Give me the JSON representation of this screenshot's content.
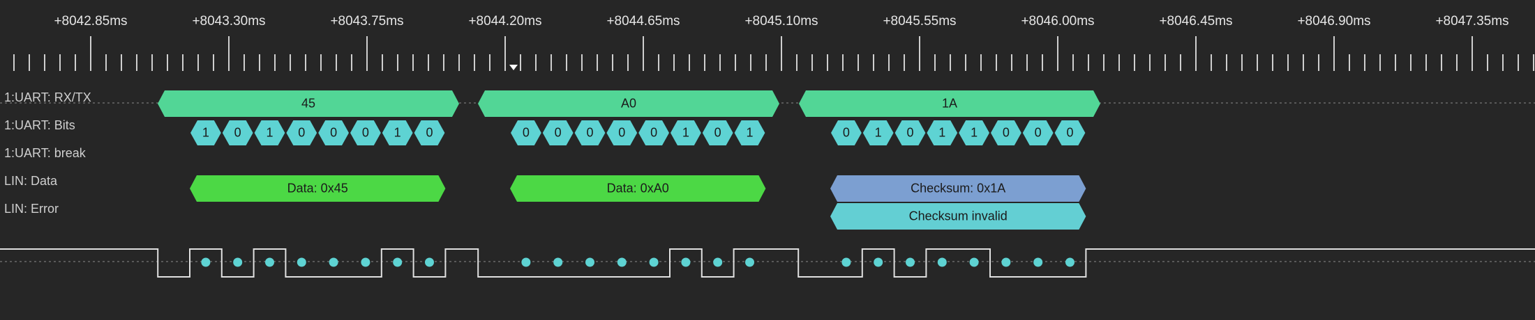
{
  "timeline": {
    "labels": [
      "+8042.85ms",
      "+8043.30ms",
      "+8043.75ms",
      "+8044.20ms",
      "+8044.65ms",
      "+8045.10ms",
      "+8045.55ms",
      "+8046.00ms",
      "+8046.45ms",
      "+8046.90ms",
      "+8047.35ms"
    ]
  },
  "rows": [
    {
      "id": "uart-rxtx",
      "label": "1:UART: RX/TX"
    },
    {
      "id": "uart-bits",
      "label": "1:UART: Bits"
    },
    {
      "id": "uart-break",
      "label": "1:UART: break"
    },
    {
      "id": "lin-data",
      "label": "LIN: Data"
    },
    {
      "id": "lin-error",
      "label": "LIN: Error"
    }
  ],
  "bytes": [
    {
      "value": "45",
      "bits": [
        "1",
        "0",
        "1",
        "0",
        "0",
        "0",
        "1",
        "0"
      ],
      "lin_data": "Data: 0x45"
    },
    {
      "value": "A0",
      "bits": [
        "0",
        "0",
        "0",
        "0",
        "0",
        "1",
        "0",
        "1"
      ],
      "lin_data": "Data: 0xA0"
    },
    {
      "value": "1A",
      "bits": [
        "0",
        "1",
        "0",
        "1",
        "1",
        "0",
        "0",
        "0"
      ],
      "lin_data": "Checksum: 0x1A",
      "lin_error": "Checksum invalid"
    }
  ],
  "colors": {
    "background": "#262626",
    "rxtx": "#52d696",
    "bits": "#5ed3d3",
    "lin_data": "#4cd845",
    "checksum": "#7c9fd1",
    "error": "#63cfd3",
    "waveform": "#e0e0e0",
    "sample_dot": "#5ed3d3"
  }
}
